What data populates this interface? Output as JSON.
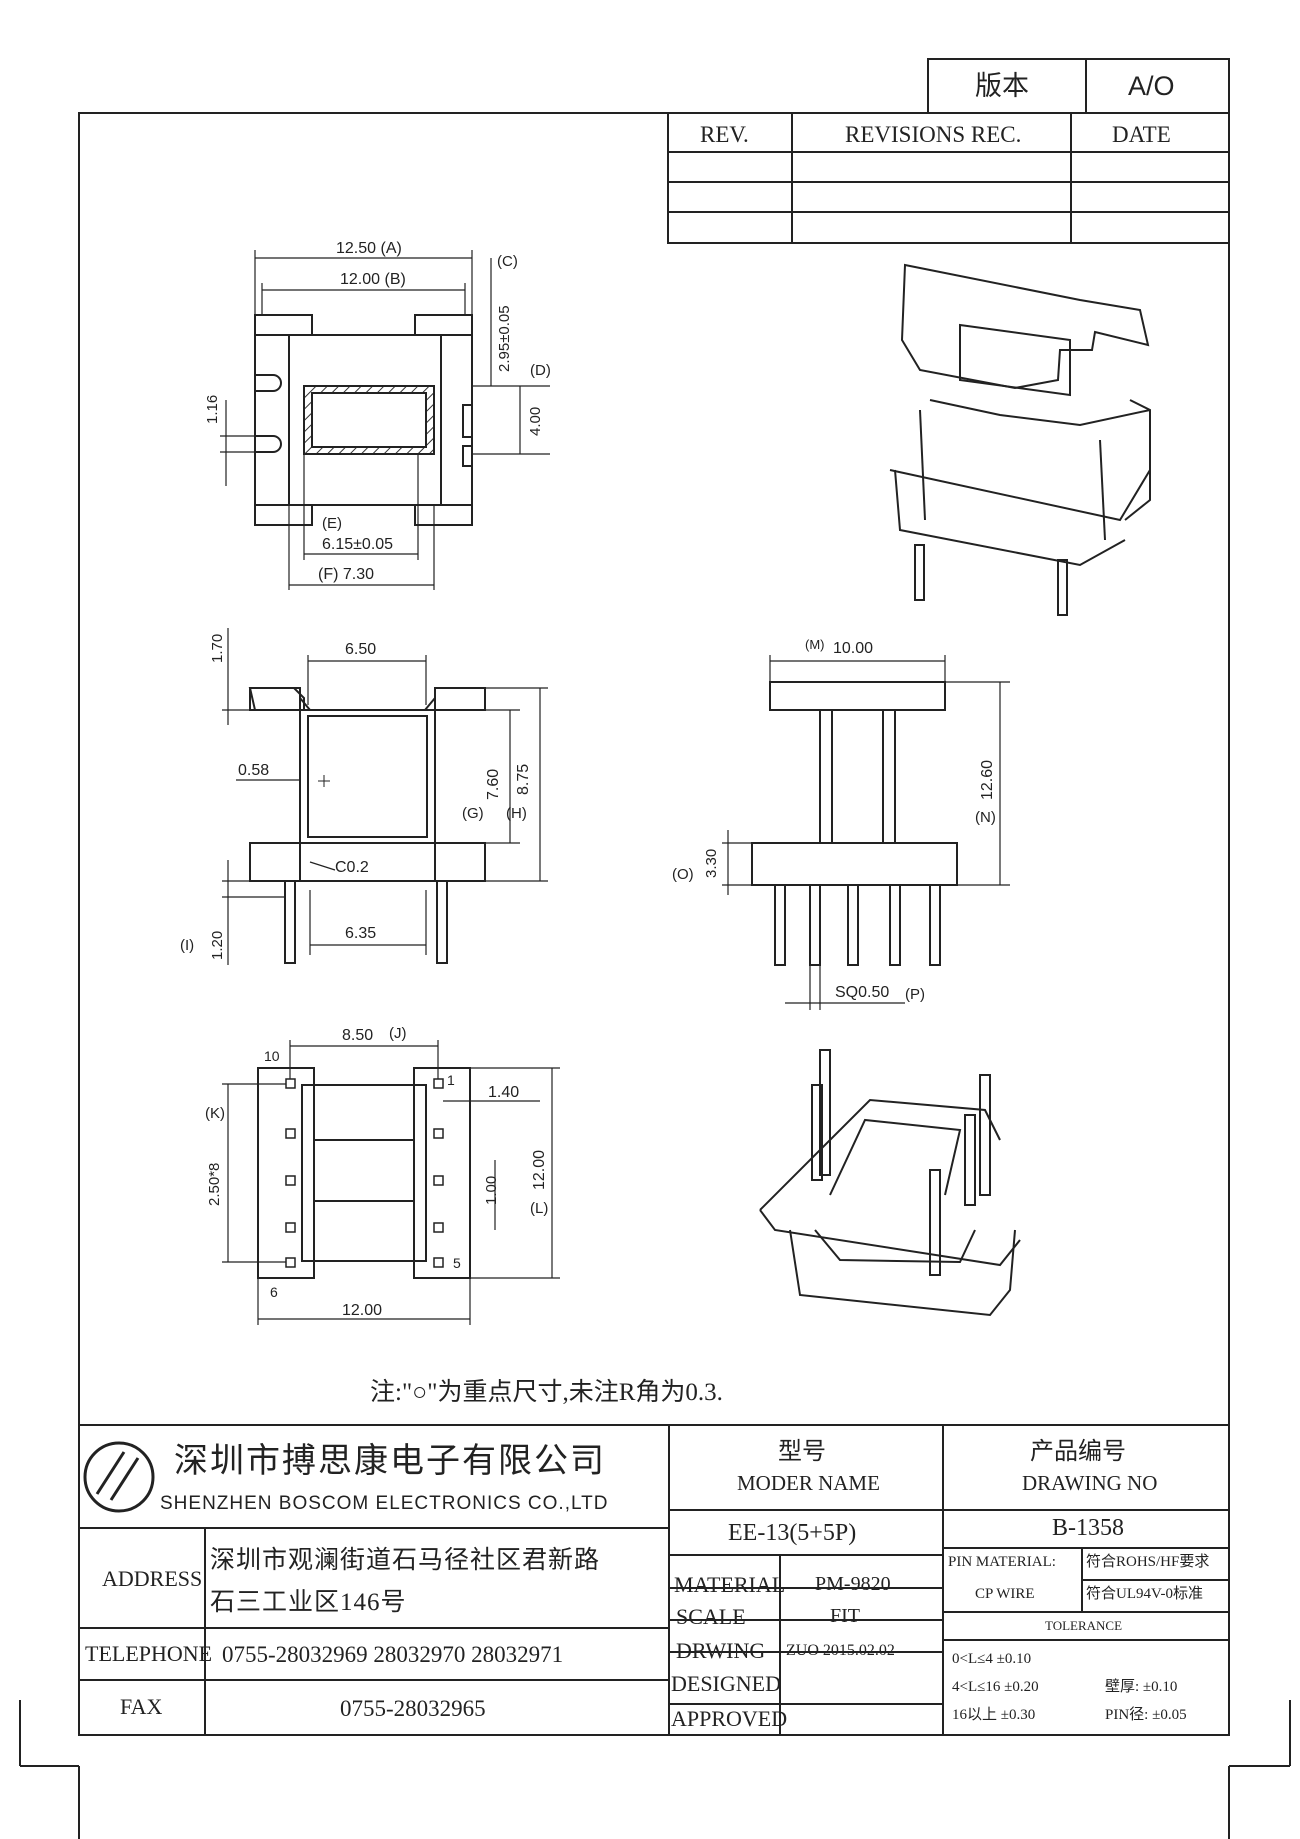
{
  "version_box": {
    "label": "版本",
    "value": "A/O"
  },
  "revisions": {
    "headers": [
      "REV.",
      "REVISIONS REC.",
      "DATE"
    ],
    "rows": [
      [
        "",
        "",
        ""
      ],
      [
        "",
        "",
        ""
      ],
      [
        "",
        "",
        ""
      ]
    ]
  },
  "top_view": {
    "dims": {
      "a": "12.50 (A)",
      "b": "12.00 (B)",
      "c": "(C)",
      "c_val": "2.95±0.05",
      "d": "(D)",
      "d_val": "4.00",
      "slot": "1.16",
      "e": "(E)",
      "e_val": "6.15±0.05",
      "f": "(F) 7.30"
    }
  },
  "front_view": {
    "dims": {
      "top": "6.50",
      "flange": "1.70",
      "wall": "0.58",
      "g": "(G)",
      "g_val": "7.60",
      "h": "(H)",
      "h_val": "8.75",
      "chamfer": "C0.2",
      "i": "(I)",
      "i_val": "1.20",
      "bottom": "6.35"
    }
  },
  "side_view": {
    "dims": {
      "m": "(M)",
      "m_val": "10.00",
      "n": "(N)",
      "n_val": "12.60",
      "o": "(O)",
      "o_val": "3.30",
      "p": "(P)",
      "p_val": "SQ0.50"
    }
  },
  "bottom_view": {
    "dims": {
      "j": "(J)",
      "j_val": "8.50",
      "k": "(K)",
      "k_val": "2.50*8",
      "l": "(L)",
      "l_val": "12.00",
      "spacing": "1.40",
      "pin_gap": "1.00",
      "width": "12.00"
    },
    "pin_numbers": [
      "10",
      "1",
      "6",
      "5"
    ]
  },
  "note": "注:\"○\"为重点尺寸,未注R角为0.3.",
  "company": {
    "name_cn": "深圳市搏思康电子有限公司",
    "name_en": "SHENZHEN BOSCOM ELECTRONICS CO.,LTD",
    "address_label": "ADDRESS",
    "address_line1": "深圳市观澜街道石马径社区君新路",
    "address_line2": "石三工业区146号",
    "telephone_label": "TELEPHONE",
    "telephone": "0755-28032969 28032970 28032971",
    "fax_label": "FAX",
    "fax": "0755-28032965"
  },
  "title_block": {
    "model_label_cn": "型号",
    "model_label_en": "MODER NAME",
    "model": "EE-13(5+5P)",
    "drawing_no_label_cn": "产品编号",
    "drawing_no_label_en": "DRAWING NO",
    "drawing_no": "B-1358",
    "material_label": "MATERIAL",
    "material": "PM-9820",
    "scale_label": "SCALE",
    "scale": "FIT",
    "drawing_label": "DRWING",
    "drawing": "ZUO 2015.02.02",
    "designed_label": "DESIGNED",
    "designed": "",
    "approved_label": "APPROVED",
    "approved": "",
    "pin_material_label": "PIN MATERIAL:",
    "pin_material": "符合ROHS/HF要求",
    "cp_wire_label": "CP WIRE",
    "cp_wire": "符合UL94V-0标准",
    "tolerance_label": "TOLERANCE",
    "tol1": "0<L≤4  ±0.10",
    "tol2": "4<L≤16  ±0.20",
    "tol3": "16以上    ±0.30",
    "wall_tol": "壁厚:  ±0.10",
    "pin_tol": "PIN径: ±0.05"
  }
}
